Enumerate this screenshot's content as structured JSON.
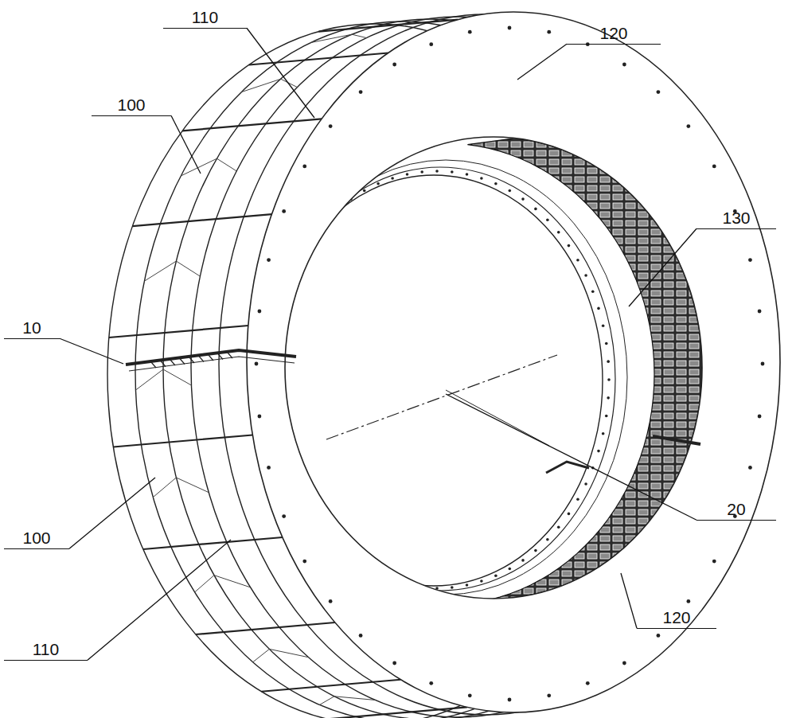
{
  "diagram": {
    "labels": [
      "110",
      "120",
      "100",
      "130",
      "10",
      "20",
      "100",
      "120",
      "110"
    ]
  }
}
